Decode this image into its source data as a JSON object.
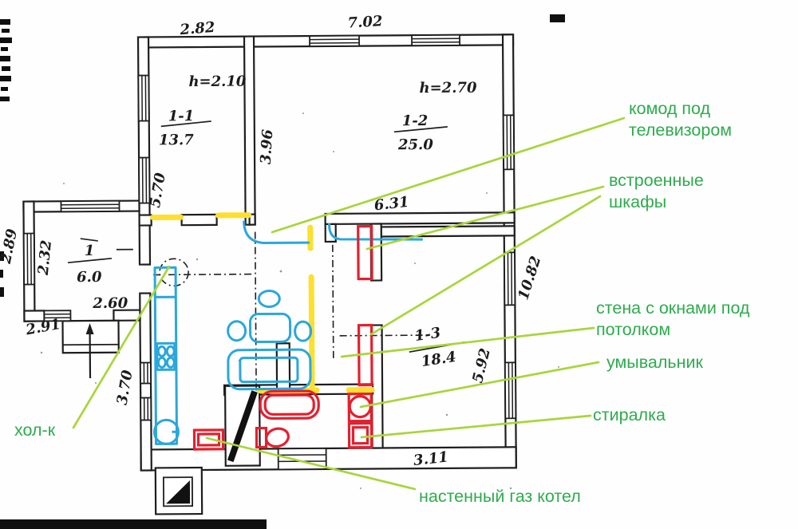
{
  "colors": {
    "annotation_text": "#2dac4d",
    "annotation_line": "#a9d53b",
    "highlight_yellow": "#ffdf2e",
    "furniture_cyan": "#2aa7dc",
    "fixture_red": "#e4202e",
    "ink": "#1e1e1e"
  },
  "dims": {
    "w282": "2.82",
    "w702": "7.02",
    "v396": "3.96",
    "v570": "5.70",
    "w631": "6.31",
    "v1082": "10.82",
    "v592": "5.92",
    "w311": "3.11",
    "v370": "3.70",
    "w260": "2.60",
    "w291": "2.91",
    "v232": "2.32",
    "v289": "2.89"
  },
  "rooms": {
    "r11": {
      "num": "1-1",
      "area": "13.7",
      "height": "h=2.10"
    },
    "r12": {
      "num": "1-2",
      "area": "25.0",
      "height": "h=2.70"
    },
    "r13": {
      "num": "1-3",
      "area": "18.4"
    },
    "annex": {
      "num": "1",
      "area": "6.0"
    }
  },
  "annotations": {
    "komod": {
      "line1": "комод под",
      "line2": "телевизором"
    },
    "shkafy": {
      "line1": "встроенные",
      "line2": "шкафы"
    },
    "stena": {
      "line1": "стена с окнами под",
      "line2": "потолком"
    },
    "umyvalnik": "умывальник",
    "stiralka": "стиралка",
    "kotel": "настенный газ котел",
    "kholodilnik": "хол-к"
  }
}
